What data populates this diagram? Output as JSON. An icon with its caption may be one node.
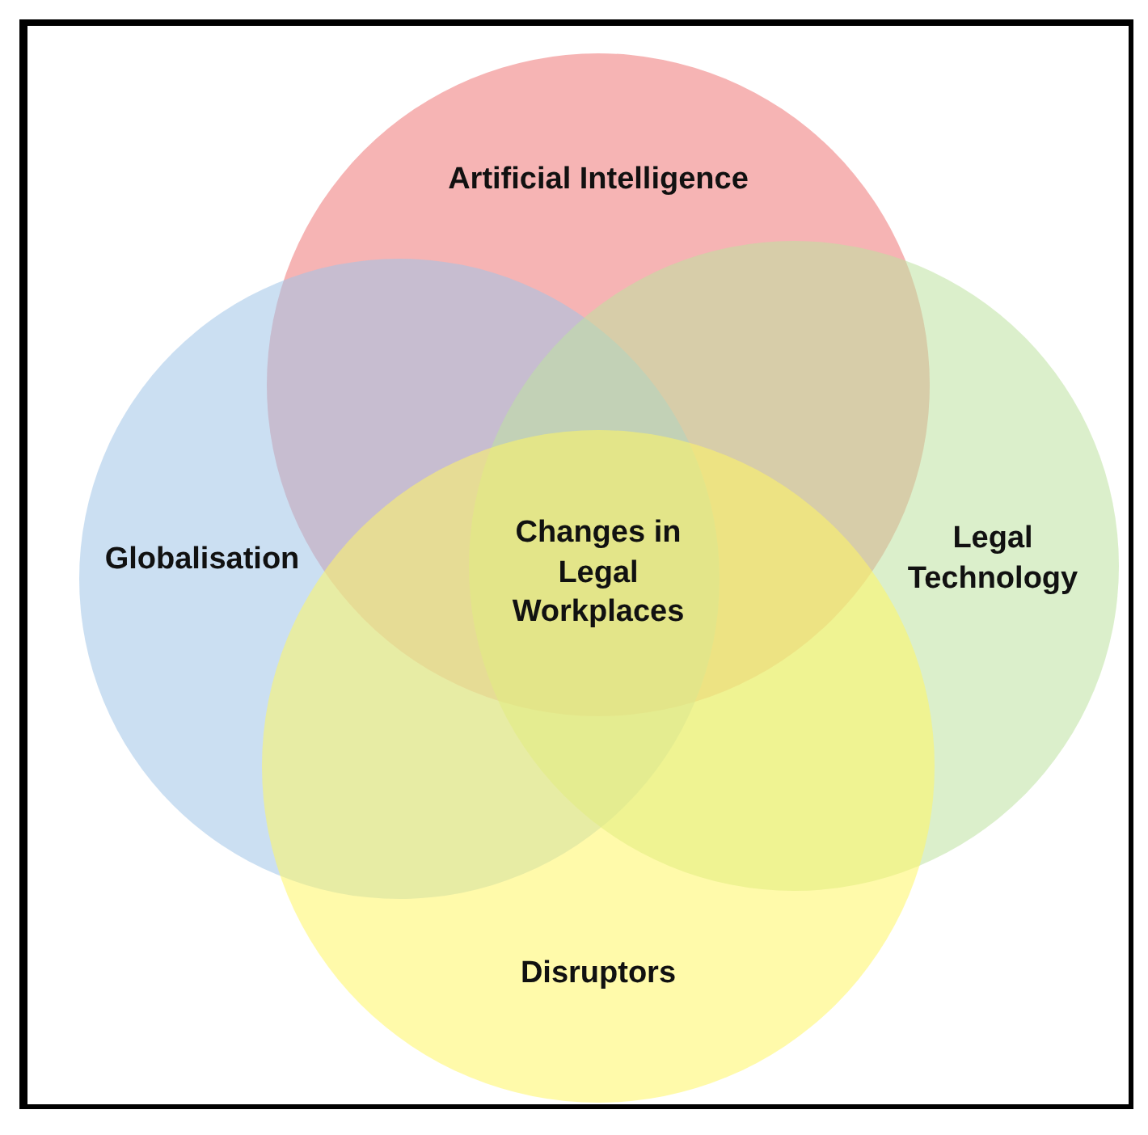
{
  "diagram": {
    "nodes": [
      {
        "text": [
          "Artificial Intelligence"
        ]
      },
      {
        "text": [
          "Globalisation"
        ]
      },
      {
        "text": [
          "Legal Technology"
        ]
      },
      {
        "text": [
          "Disruptors"
        ]
      }
    ],
    "edges": [],
    "labels": [
      "Changes in Legal Workplaces"
    ]
  }
}
